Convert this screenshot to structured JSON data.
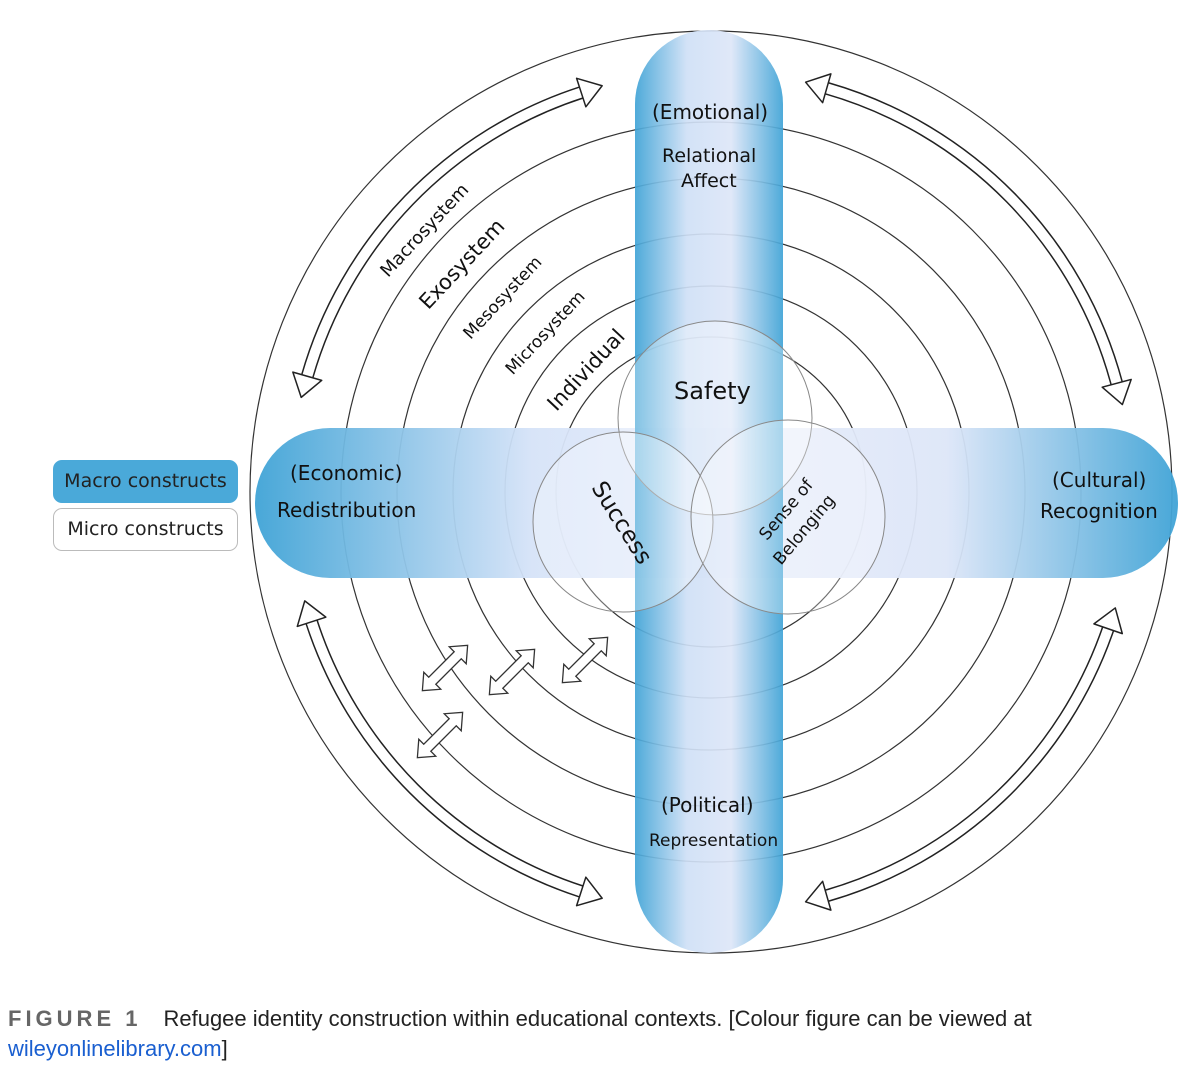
{
  "colors": {
    "bar_edge": "#3fa3d6",
    "bar_mid": "#dfe8fa",
    "line": "#333333",
    "link": "#1a5fd0"
  },
  "legend": {
    "macro": "Macro constructs",
    "micro": "Micro constructs"
  },
  "bars": {
    "top": {
      "paren": "(Emotional)",
      "label": "Relational Affect",
      "line1": "Relational",
      "line2": "Affect"
    },
    "bottom": {
      "paren": "(Political)",
      "label": "Representation"
    },
    "left": {
      "paren": "(Economic)",
      "label": "Redistribution"
    },
    "right": {
      "paren": "(Cultural)",
      "label": "Recognition"
    }
  },
  "systems": [
    "Macrosystem",
    "Exosystem",
    "Mesosystem",
    "Microsystem",
    "Individual"
  ],
  "venn": {
    "safety": "Safety",
    "success": "Success",
    "belonging_1": "Sense of",
    "belonging_2": "Belonging"
  },
  "caption": {
    "figure": "FIGURE 1",
    "text": "Refugee identity construction within educational contexts. [Colour figure can be viewed at ",
    "link": "wileyonlinelibrary.com",
    "end": "]"
  }
}
